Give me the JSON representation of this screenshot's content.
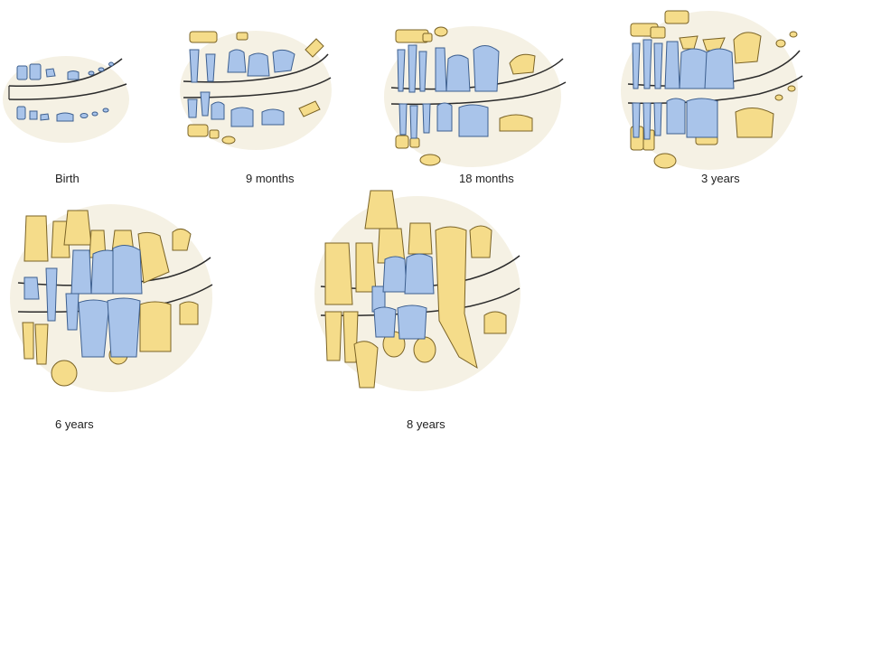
{
  "figure": {
    "colors": {
      "deciduous": "#a9c4ea",
      "deciduous_stroke": "#3d5f8f",
      "permanent": "#f5dc8a",
      "permanent_stroke": "#7a6326",
      "gum_line": "#2b2b2b",
      "shadow": "#f1ebd8"
    },
    "panels": [
      {
        "id": "birth",
        "caption": "Birth"
      },
      {
        "id": "9m",
        "caption": "9 months"
      },
      {
        "id": "18m",
        "caption": "18 months"
      },
      {
        "id": "3y",
        "caption": "3 years"
      },
      {
        "id": "6y",
        "caption": "6 years"
      },
      {
        "id": "8y",
        "caption": "8 years"
      }
    ]
  }
}
